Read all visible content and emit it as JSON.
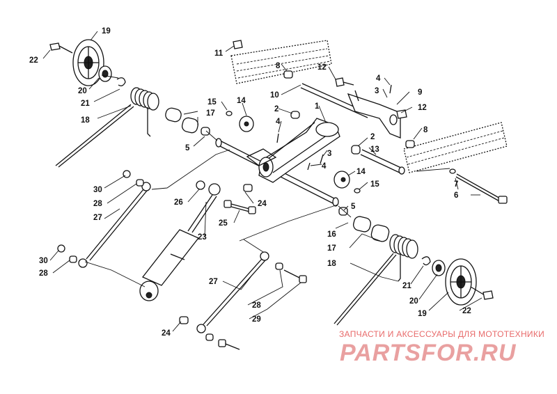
{
  "watermark": {
    "tagline": "ЗАПЧАСТИ И АКСЕССУАРЫ ДЛЯ МОТОТЕХНИКИ",
    "logo": "PARTSFOR.RU",
    "accent_color": "#e86a6a"
  },
  "callouts": [
    "1",
    "2",
    "2",
    "3",
    "3",
    "4",
    "4",
    "4",
    "5",
    "5",
    "6",
    "7",
    "8",
    "8",
    "9",
    "10",
    "11",
    "12",
    "12",
    "13",
    "14",
    "14",
    "15",
    "15",
    "16",
    "17",
    "17",
    "18",
    "18",
    "19",
    "19",
    "20",
    "20",
    "21",
    "21",
    "22",
    "22",
    "23",
    "24",
    "24",
    "25",
    "26",
    "27",
    "27",
    "28",
    "28",
    "28",
    "29",
    "30",
    "30"
  ]
}
